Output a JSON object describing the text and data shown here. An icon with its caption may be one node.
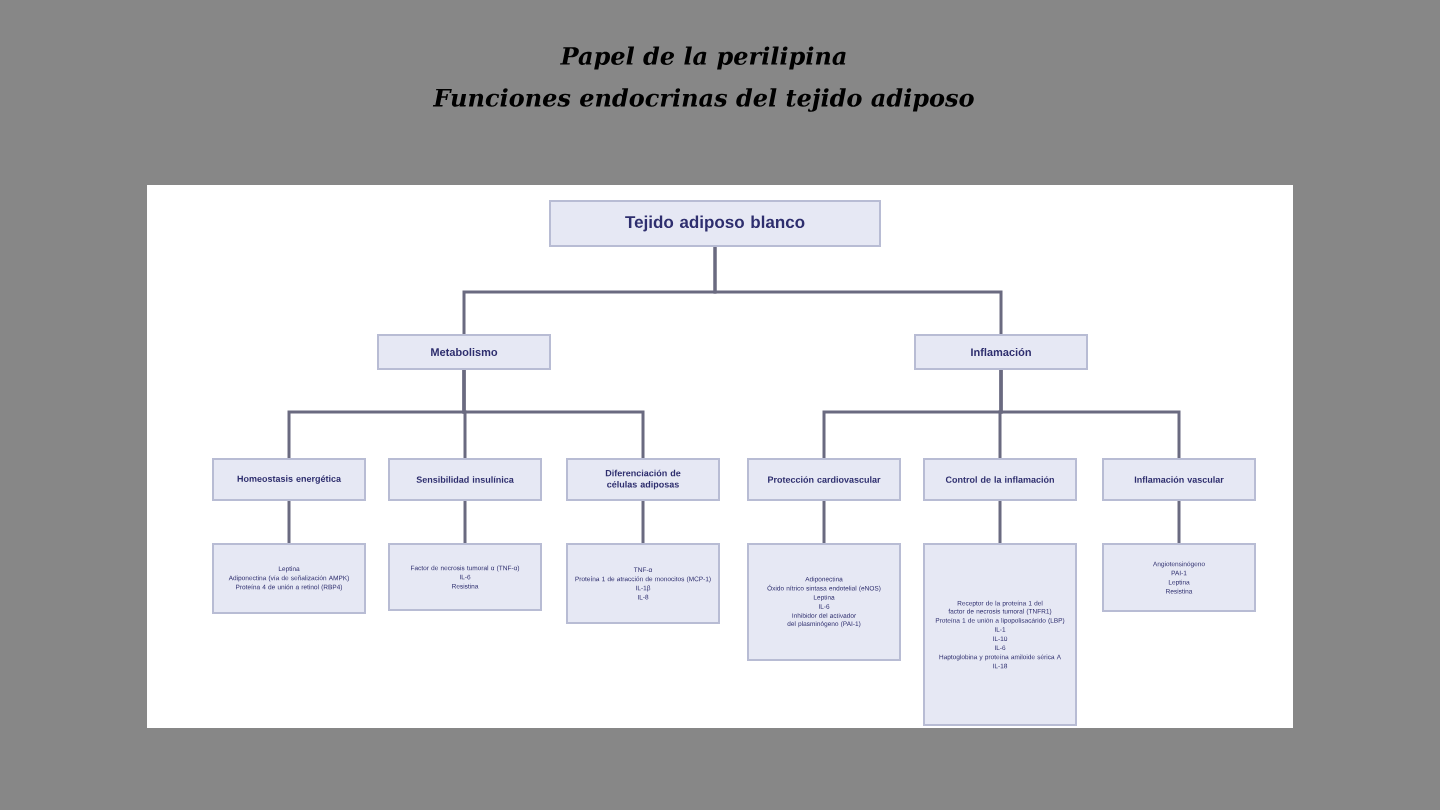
{
  "diagram": {
    "title": "Papel de la perilipina",
    "nodes": [
      {
        "text": [
          "Tejido adiposo blanco"
        ]
      },
      {
        "text": [
          "Metabolismo"
        ]
      },
      {
        "text": [
          "Inflamación"
        ]
      },
      {
        "text": [
          "Homeostasis energética"
        ]
      },
      {
        "text": [
          "Sensibilidad insulínica"
        ]
      },
      {
        "text": [
          "Diferenciación de células adiposas"
        ]
      },
      {
        "text": [
          "Protección cardiovascular"
        ]
      },
      {
        "text": [
          "Control de la inflamación"
        ]
      },
      {
        "text": [
          "Inflamación vascular"
        ]
      },
      {
        "text": [
          "Leptina",
          "Adiponectina (vía de señalización AMPK)",
          "Proteína 4 de unión a retinol (RBP4)"
        ]
      },
      {
        "text": [
          "Factor de necrosis tumoral α (TNF-α)",
          "IL-6",
          "Resistina"
        ]
      },
      {
        "text": [
          "TNF-α",
          "Proteína 1 de atracción de monocitos (MCP-1)",
          "IL-1β",
          "IL-8"
        ]
      },
      {
        "text": [
          "Adiponectina",
          "Óxido nítrico sintasa endotelial (eNOS)",
          "Leptina",
          "IL-6",
          "Inhibidor del activador del plasminógeno (PAI-1)"
        ]
      },
      {
        "text": [
          "Receptor de la proteína 1 del factor de necrosis tumoral (TNFR1)",
          "Proteína 1 de unión a lipopolisacárido (LBP)",
          "IL-1",
          "IL-10",
          "IL-6",
          "Haptoglobina y proteína amiloide sérica A",
          "IL-18"
        ]
      },
      {
        "text": [
          "Angiotensinógeno",
          "PAI-1",
          "Leptina",
          "Resistina"
        ]
      }
    ],
    "edges": [
      {
        "from": 0,
        "to": 1,
        "arrow": "none"
      },
      {
        "from": 0,
        "to": 2,
        "arrow": "none"
      },
      {
        "from": 1,
        "to": 3,
        "arrow": "none"
      },
      {
        "from": 1,
        "to": 4,
        "arrow": "none"
      },
      {
        "from": 1,
        "to": 5,
        "arrow": "none"
      },
      {
        "from": 2,
        "to": 6,
        "arrow": "none"
      },
      {
        "from": 2,
        "to": 7,
        "arrow": "none"
      },
      {
        "from": 2,
        "to": 8,
        "arrow": "none"
      },
      {
        "from": 3,
        "to": 9,
        "arrow": "none"
      },
      {
        "from": 4,
        "to": 10,
        "arrow": "none"
      },
      {
        "from": 5,
        "to": 11,
        "arrow": "none"
      },
      {
        "from": 6,
        "to": 12,
        "arrow": "none"
      },
      {
        "from": 7,
        "to": 13,
        "arrow": "none"
      },
      {
        "from": 8,
        "to": 14,
        "arrow": "none"
      }
    ],
    "labels": [
      "Funciones endocrinas del tejido adiposo"
    ]
  }
}
